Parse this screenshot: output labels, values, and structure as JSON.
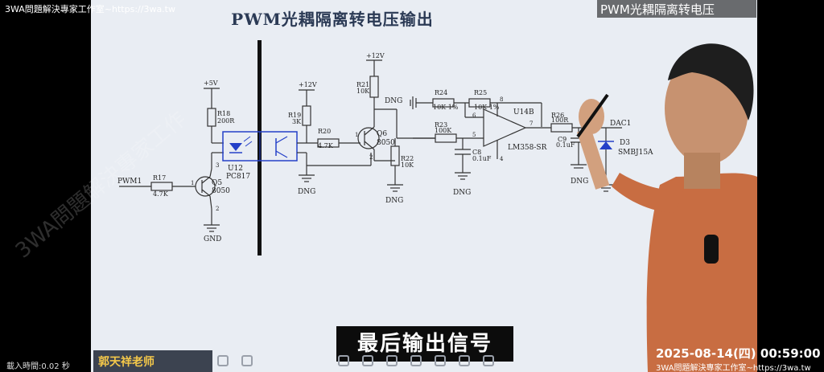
{
  "overlay": {
    "watermark_top": "3WA問題解決專家工作室~https://3wa.tw",
    "top_right_title": "PWM光耦隔离转电压",
    "subtitle": "最后输出信号",
    "teacher_name": "郭天祥老师",
    "load_time": "載入時間:0.02 秒",
    "timestamp": "2025-08-14(四) 00:59:00",
    "watermark_bottom": "3WA問題解決專家工作室~https://3wa.tw",
    "watermark_diag": "3WA問題解決專家工作"
  },
  "slide": {
    "title": "PWM光耦隔离转电压输出",
    "labels": {
      "v5": "+5V",
      "v12a": "+12V",
      "v12b": "+12V",
      "r18": "R18",
      "r18v": "200R",
      "r17": "R17",
      "r17v": "4.7K",
      "pwm1": "PWM1",
      "q5": "Q5",
      "q5v": "8050",
      "gnd": "GND",
      "u12": "U12",
      "pc817": "PC817",
      "r19": "R19",
      "r19v": "3K",
      "r20": "R20",
      "r20v": "4.7K",
      "dng1": "DNG",
      "r21": "R21",
      "r21v": "10K",
      "q6": "Q6",
      "q6v": "8050",
      "r22": "R22",
      "r22v": "10K",
      "dng2": "DNG",
      "dng_top": "DNG",
      "r24": "R24",
      "r24v": "10K 1%",
      "r25": "R25",
      "r25v": "10K 1%",
      "r23": "R23",
      "r23v": "100K",
      "c8": "C8",
      "c8v": "0.1uF",
      "dng3": "DNG",
      "u14b": "U14B",
      "lm358": "LM358-SR",
      "r26": "R26",
      "r26v": "100R",
      "c9": "C9",
      "c9v": "0.1uF",
      "dac1": "DAC1",
      "d3": "D3",
      "d3v": "SMBJ15A",
      "dng4": "DNG",
      "pin1": "1",
      "pin2": "2",
      "pin3": "3",
      "pin5": "5",
      "pin6": "6",
      "pin7": "7",
      "pin4": "4",
      "pin8": "8"
    }
  }
}
